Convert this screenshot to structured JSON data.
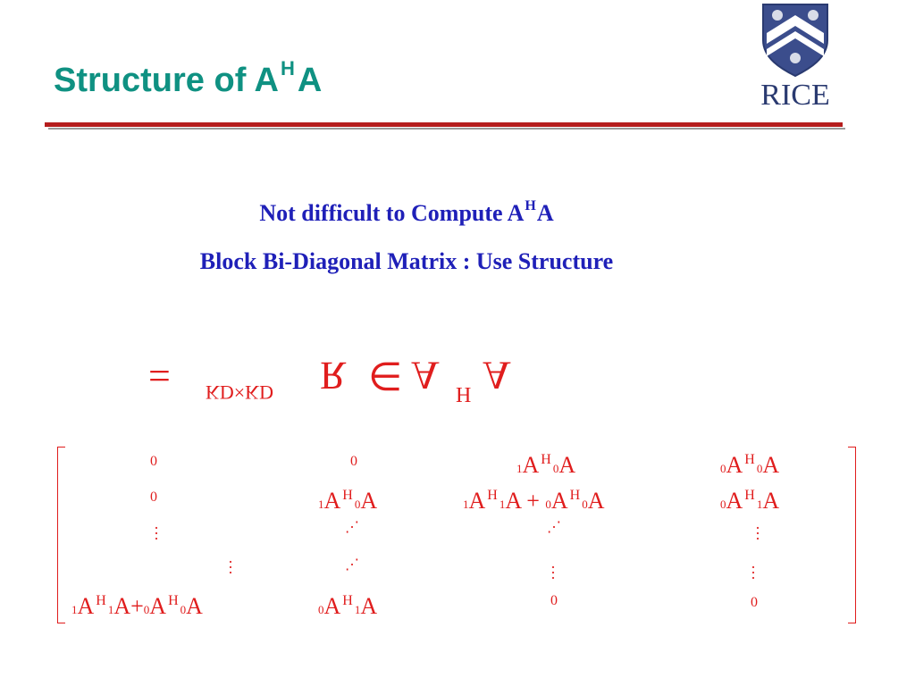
{
  "slide": {
    "title_base": "Structure of A",
    "title_sup": "H",
    "title_tail": "A",
    "logo_text": "RICE",
    "line1_text": "Not difficult to Compute A",
    "line1_sup": "H",
    "line1_tail": "A",
    "line2_text": "Block Bi-Diagonal Matrix : Use  Structure"
  },
  "equation": {
    "A1": "A",
    "H": "H",
    "A2": "A",
    "in": "∈",
    "R": "R",
    "dims": "KD×KD",
    "eq": "="
  },
  "matrix": {
    "zero": "0",
    "A": "A",
    "H": "H",
    "s0": "0",
    "s1": "1",
    "plus": "+"
  },
  "colors": {
    "title": "#0f9182",
    "rule": "#b51d1d",
    "subtitle": "#1f20b8",
    "math": "#e01d1d"
  }
}
